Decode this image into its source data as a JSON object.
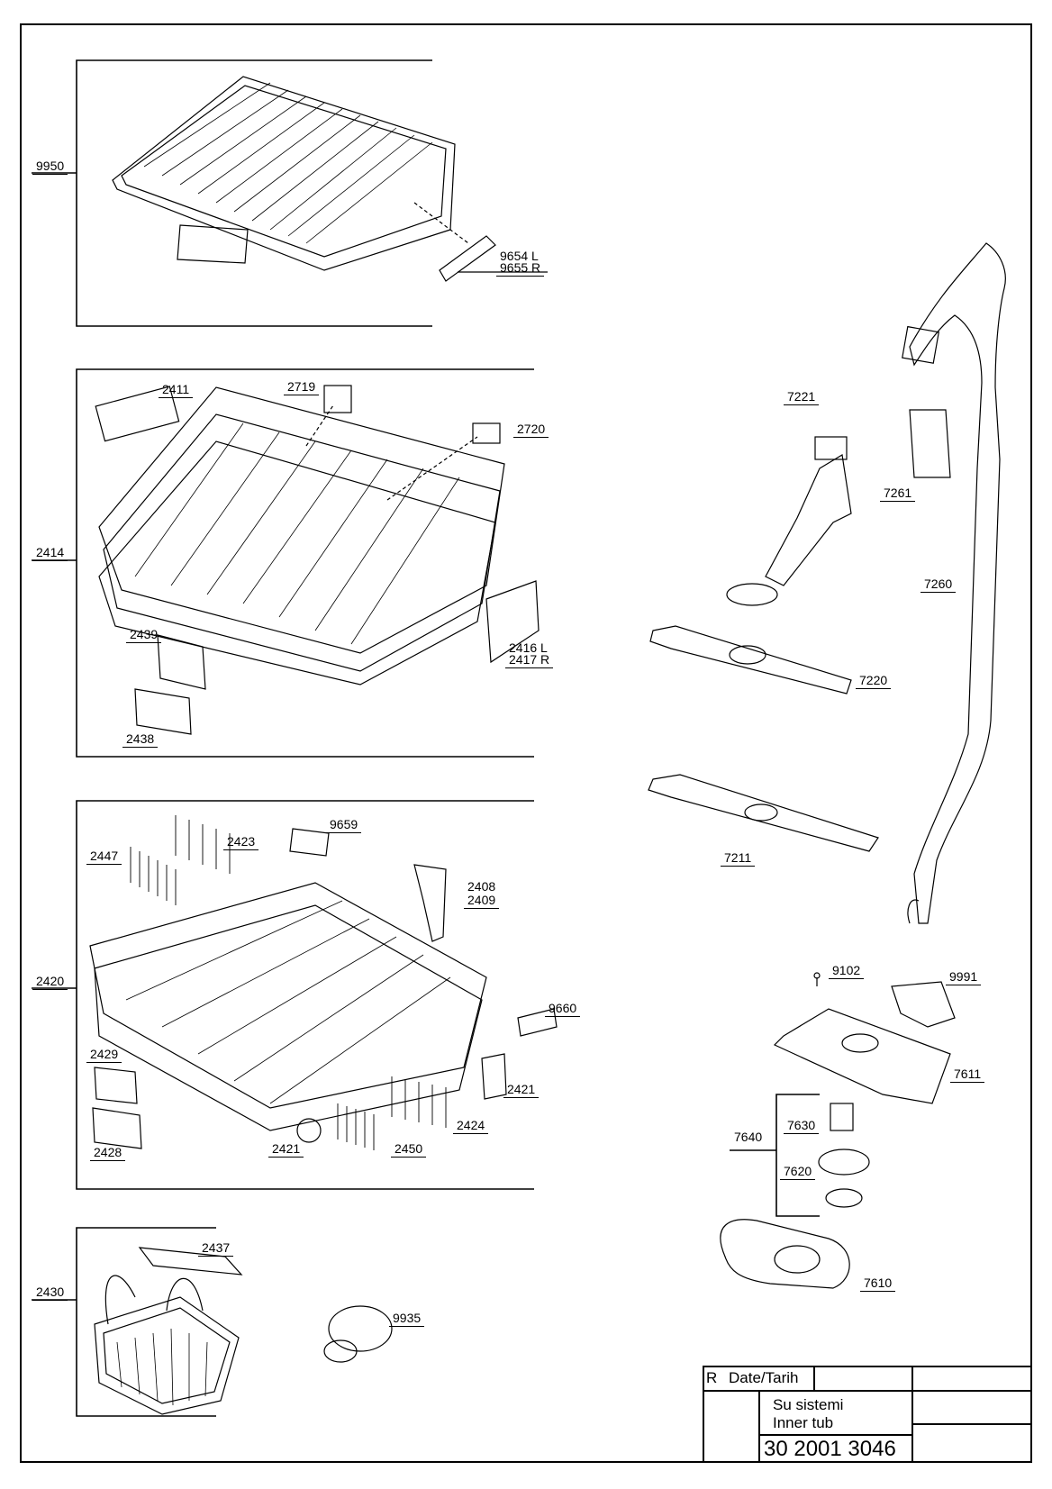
{
  "labels": {
    "p9950": "9950",
    "p9654": "9654 L",
    "p9655": "9655 R",
    "p2414": "2414",
    "p2411": "2411",
    "p2719": "2719",
    "p2720": "2720",
    "p2416": "2416 L",
    "p2417": "2417 R",
    "p2439": "2439",
    "p2438": "2438",
    "p2420": "2420",
    "p2447": "2447",
    "p2423": "2423",
    "p9659": "9659",
    "p2408": "2408",
    "p2409": "2409",
    "p9660": "9660",
    "p2429": "2429",
    "p2421a": "2421",
    "p2424": "2424",
    "p2428": "2428",
    "p2421b": "2421",
    "p2450": "2450",
    "p2430": "2430",
    "p2437": "2437",
    "p9935": "9935",
    "p7221": "7221",
    "p7261": "7261",
    "p7260": "7260",
    "p7220": "7220",
    "p7211": "7211",
    "p9102": "9102",
    "p9991": "9991",
    "p7611": "7611",
    "p7640": "7640",
    "p7630": "7630",
    "p7620": "7620",
    "p7610": "7610"
  },
  "title_block": {
    "rev": "R",
    "date": "Date/Tarih",
    "name_tr": "Su sistemi",
    "name_en": "Inner tub",
    "doc_number": "30 2001 3046"
  }
}
